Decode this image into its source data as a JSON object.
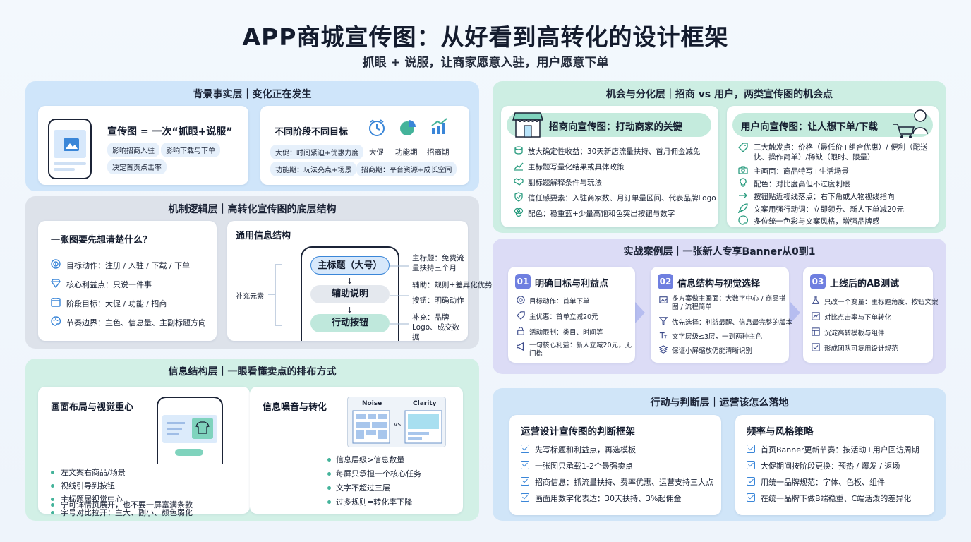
{
  "header": {
    "title": "APP商城宣传图：从好看到高转化的设计框架",
    "subtitle": "抓眼 + 说服，让商家愿意入驻，用户愿意下单"
  },
  "p1": {
    "title": "背景事实层｜变化正在发生",
    "c1": {
      "headline": "宣传图 = 一次“抓眼+说服”",
      "chips": [
        "影响招商入驻",
        "影响下载与下单",
        "决定首页点击率"
      ]
    },
    "c2": {
      "title": "不同阶段不同目标",
      "icon_labels": [
        "大促",
        "功能期",
        "招商期"
      ],
      "chips": [
        "大促：时间紧迫+优惠力度",
        "功能期：玩法亮点+场景",
        "招商期：平台资源+成长空间"
      ]
    }
  },
  "p2": {
    "title": "机制逻辑层｜高转化宣传图的底层结构",
    "c1": {
      "title": "一张图要先想清楚什么？",
      "items": [
        "目标动作：注册 / 入驻 / 下载 / 下单",
        "核心利益点：只说一件事",
        "阶段目标：大促 / 功能 / 招商",
        "节奏边界：主色、信息量、主副标题方向"
      ]
    },
    "c2": {
      "title": "通用信息结构",
      "left_label": "补充元素",
      "boxes": [
        "主标题（大号）",
        "辅助说明",
        "行动按钮"
      ],
      "arrow": "↓",
      "notes": [
        "主标题：免费流量扶持三个月",
        "辅助：规则+差异化优势",
        "按钮：明确动作",
        "补充：品牌Logo、成交数据"
      ]
    }
  },
  "p3": {
    "title": "信息结构层｜一眼看懂卖点的排布方式",
    "c1": {
      "title": "画面布局与视觉重心",
      "items": [
        "左文案右商品/场景",
        "视线引导到按钮",
        "主标题居视觉中心",
        "字号对比拉开：主大、副小、颜色弱化",
        "宁可详情页展开，也不要一屏塞满条款"
      ]
    },
    "c2": {
      "title": "信息噪音与转化",
      "noise": "Noise",
      "clarity": "Clarity",
      "vs": "vs",
      "items": [
        "信息层级>信息数量",
        "每屏只承担一个核心任务",
        "文字不超过三层",
        "过多规则=转化率下降"
      ]
    }
  },
  "p4": {
    "title": "机会与分化层｜招商 vs 用户，两类宣传图的机会点",
    "c1": {
      "title": "招商向宣传图：打动商家的关键",
      "items": [
        "放大确定性收益：30天新店流量扶持、首月佣金减免",
        "主标题写量化结果或具体政策",
        "副标题解释条件与玩法",
        "信任感要素：入驻商家数、月订单量区间、代表品牌Logo",
        "配色：稳重蓝+少量高饱和色突出按钮与数字"
      ]
    },
    "c2": {
      "title": "用户向宣传图：让人想下单/下载",
      "items": [
        "三大触发点：价格（最低价+组合优惠）/ 便利（配送快、操作简单）/稀缺（限时、限量）",
        "主画面：商品特写+生活场景",
        "配色：对比度高但不过度刺眼",
        "按钮贴近视线落点：右下角或人物视线指向",
        "文案用强行动词：立即领券、新人下单减20元",
        "多位统一色彩与文案风格，增强品牌感"
      ]
    }
  },
  "p5": {
    "title": "实战案例层｜一张新人专享Banner从0到1",
    "c1": {
      "num": "01",
      "title": "明确目标与利益点",
      "items": [
        "目标动作：首单下单",
        "主优惠：首单立减20元",
        "活动限制：类目、时间等",
        "一句核心利益：新人立减20元，无门槛"
      ]
    },
    "c2": {
      "num": "02",
      "title": "信息结构与视觉选择",
      "items": [
        "多方案做主画面：大数字中心 / 商品拼图 / 流程简单",
        "优先选择：利益最醒、信息最完整的版本",
        "文字层级≤3层，一到两种主色",
        "保证小屏缩放仍能清晰识别"
      ]
    },
    "c3": {
      "num": "03",
      "title": "上线后的AB测试",
      "items": [
        "只改一个变量：主标题角度、按钮文案",
        "对比点击率与下单转化",
        "沉淀高转模板与组件",
        "形成团队可复用设计规范"
      ]
    }
  },
  "p6": {
    "title": "行动与判断层｜运营该怎么落地",
    "c1": {
      "title": "运营设计宣传图的判断框架",
      "items": [
        "先写标题和利益点，再选模板",
        "一张图只承载1-2个最强卖点",
        "招商信息：抓流量扶持、费率优惠、运营支持三大点",
        "画面用数字化表达：30天扶持、3%起佣金"
      ]
    },
    "c2": {
      "title": "频率与风格策略",
      "items": [
        "首页Banner更新节奏：按活动+用户回访周期",
        "大促期间按阶段更换：预热 / 爆发 / 返场",
        "用统一品牌规范：字体、色板、组件",
        "在统一品牌下做B端稳重、C端活泼的差异化"
      ]
    }
  },
  "colors": {
    "blue": "#3a86d8",
    "green": "#44b39a",
    "purple": "#6f7fe0"
  }
}
